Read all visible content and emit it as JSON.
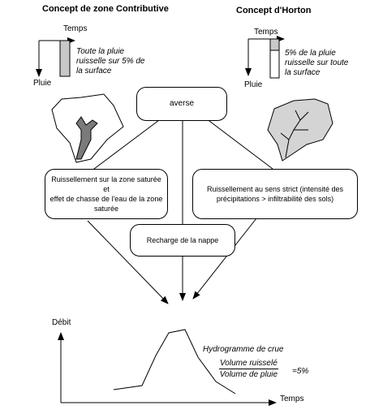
{
  "titles": {
    "left": "Concept de zone Contributive",
    "right": "Concept d'Horton"
  },
  "left_inset": {
    "temps_label": "Temps",
    "pluie_label": "Pluie",
    "caption_lines": [
      "Toute la pluie",
      "ruisselle sur 5% de",
      "la surface"
    ]
  },
  "right_inset": {
    "temps_label": "Temps",
    "pluie_label": "Pluie",
    "caption_lines": [
      "5% de la pluie",
      "ruisselle sur toute",
      "la surface"
    ]
  },
  "boxes": {
    "averse": "averse",
    "left_lines": [
      "Ruissellement sur la zone saturée et",
      "effet de chasse de l'eau de la zone",
      "saturée"
    ],
    "right_lines": [
      "Ruissellement au sens strict (intensité des",
      "précipitations > infiltrabilité des sols)"
    ],
    "nappe": "Recharge de la nappe"
  },
  "hydrograph": {
    "y_label": "Débit",
    "x_label": "Temps",
    "curve_label": "Hydrogramme de crue",
    "fraction_numerator": "Volume ruisselé",
    "fraction_denominator": "Volume de pluie",
    "fraction_value": "=5%"
  },
  "colors": {
    "shape_fill_light": "#d4d4d4",
    "shape_fill_dark": "#7a7a7a",
    "bar_fill": "#c8c8c8"
  }
}
